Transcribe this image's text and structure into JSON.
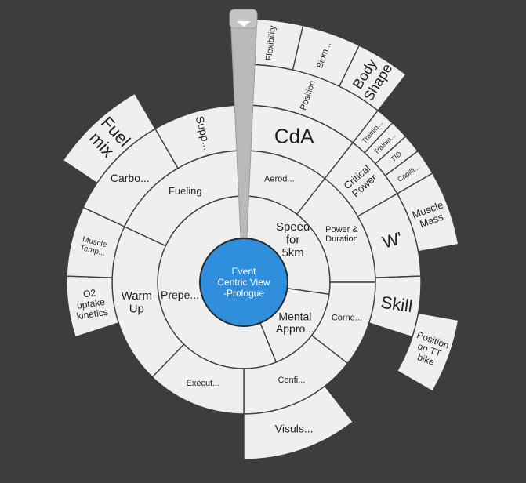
{
  "center": {
    "lines": [
      "Event",
      "Centric View",
      "-Prologue"
    ],
    "color": "#2f8fdc"
  },
  "rings": {
    "ring1": [
      {
        "label": "Speed for 5km",
        "lines": [
          "Speed",
          "for",
          "5km"
        ],
        "start": 0,
        "end": 98
      },
      {
        "label": "Mental Appro...",
        "lines": [
          "Mental",
          "Appro..."
        ],
        "start": 98,
        "end": 158
      },
      {
        "label": "Prepe...",
        "lines": [
          "Prepe..."
        ],
        "start": 158,
        "end": 360
      }
    ],
    "ring2": [
      {
        "label": "Aerod...",
        "lines": [
          "Aerod..."
        ],
        "start": 0,
        "end": 38
      },
      {
        "label": "Power & Duration",
        "lines": [
          "Power &",
          "Duration"
        ],
        "start": 38,
        "end": 90
      },
      {
        "label": "Corne...",
        "lines": [
          "Corne..."
        ],
        "start": 90,
        "end": 128
      },
      {
        "label": "Confi...",
        "lines": [
          "Confi..."
        ],
        "start": 128,
        "end": 180
      },
      {
        "label": "Execut...",
        "lines": [
          "Execut..."
        ],
        "start": 180,
        "end": 224
      },
      {
        "label": "Warm Up",
        "lines": [
          "Warm",
          "Up"
        ],
        "start": 224,
        "end": 295
      },
      {
        "label": "Fueling",
        "lines": [
          "Fueling"
        ],
        "start": 295,
        "end": 360
      }
    ],
    "ring3": [
      {
        "label": "CdA",
        "lines": [
          "CdA"
        ],
        "start": 0,
        "end": 38
      },
      {
        "label": "Critical Power",
        "lines": [
          "Critical",
          "Power"
        ],
        "start": 38,
        "end": 60
      },
      {
        "label": "W'",
        "lines": [
          "W'"
        ],
        "start": 60,
        "end": 88
      },
      {
        "label": "Skill",
        "lines": [
          "Skill"
        ],
        "start": 88,
        "end": 108
      },
      {
        "label": "Visuls...",
        "lines": [
          "Visuls..."
        ],
        "start": 142,
        "end": 180
      },
      {
        "label": "O2 uptake kinetics",
        "lines": [
          "O2",
          "uptake",
          "kinetics"
        ],
        "start": 252,
        "end": 272
      },
      {
        "label": "Muscle Temp...",
        "lines": [
          "Muscle",
          "Temp..."
        ],
        "start": 272,
        "end": 295
      },
      {
        "label": "Carbo...",
        "lines": [
          "Carbo..."
        ],
        "start": 295,
        "end": 330
      },
      {
        "label": "Supp...",
        "lines": [
          "Supp..."
        ],
        "start": 330,
        "end": 360
      }
    ],
    "ring4": [
      {
        "label": "Position",
        "lines": [
          "Position"
        ],
        "start": 0,
        "end": 38
      },
      {
        "label": "Trainin...",
        "lines": [
          "Trainin..."
        ],
        "start": 38,
        "end": 43
      },
      {
        "label": "Trainin...",
        "lines": [
          "Trainin..."
        ],
        "start": 43,
        "end": 48
      },
      {
        "label": "TID",
        "lines": [
          "TID"
        ],
        "start": 48,
        "end": 53
      },
      {
        "label": "Capilli...",
        "lines": [
          "Capilli..."
        ],
        "start": 53,
        "end": 60
      },
      {
        "label": "Muscle Mass",
        "lines": [
          "Muscle",
          "Mass"
        ],
        "start": 60,
        "end": 80
      },
      {
        "label": "Position on TT bike",
        "lines": [
          "Position",
          "on TT",
          "bike"
        ],
        "start": 100,
        "end": 120
      },
      {
        "label": "Fuel mix",
        "lines": [
          "Fuel",
          "mix"
        ],
        "start": 304,
        "end": 330
      }
    ],
    "ring5": [
      {
        "label": "Flexibility",
        "lines": [
          "Flexibility"
        ],
        "start": 0,
        "end": 13
      },
      {
        "label": "Biom...",
        "lines": [
          "Biom..."
        ],
        "start": 13,
        "end": 26
      },
      {
        "label": "Body Shape",
        "lines": [
          "Body",
          "Shape"
        ],
        "start": 26,
        "end": 38
      }
    ]
  }
}
